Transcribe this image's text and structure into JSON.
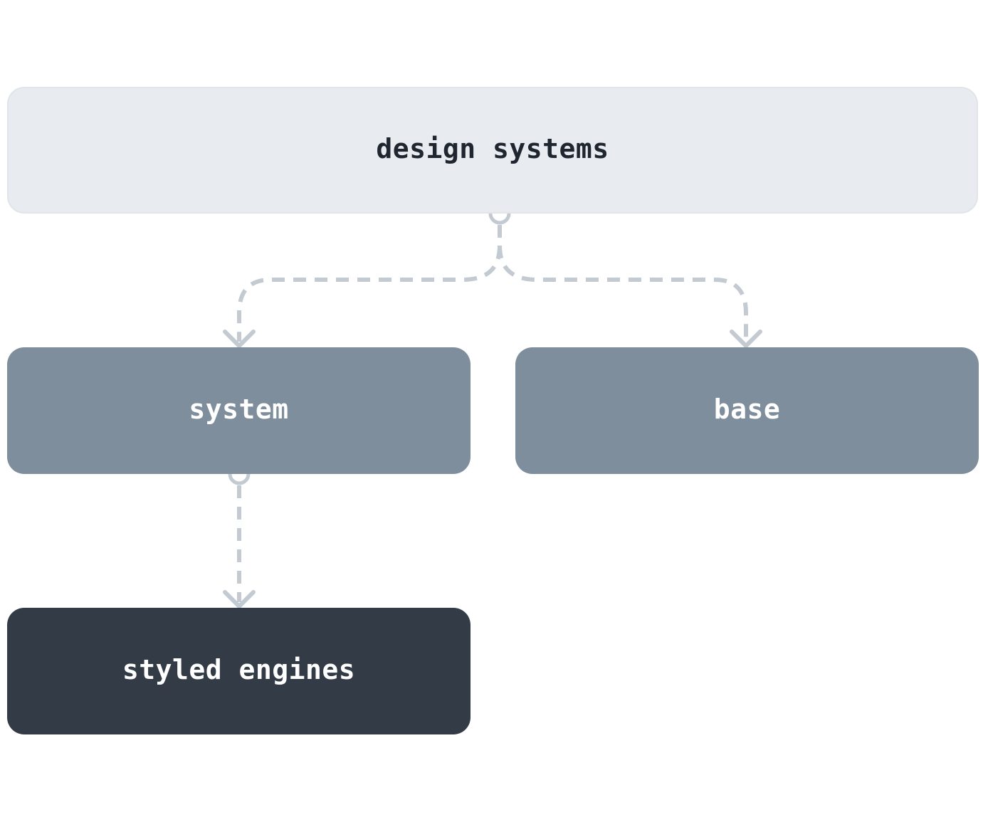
{
  "diagram": {
    "nodes": [
      {
        "id": "root",
        "label": "design systems",
        "level": 0,
        "color": "#e8ecf1",
        "text_color": "#1f2630"
      },
      {
        "id": "system",
        "label": "system",
        "level": 1,
        "color": "#7f8e9c",
        "text_color": "#ffffff"
      },
      {
        "id": "base",
        "label": "base",
        "level": 1,
        "color": "#7f8e9c",
        "text_color": "#ffffff"
      },
      {
        "id": "styled",
        "label": "styled engines",
        "level": 2,
        "color": "#323b46",
        "text_color": "#ffffff"
      }
    ],
    "edges": [
      {
        "from": "design systems",
        "to": "system",
        "style": "dashed"
      },
      {
        "from": "design systems",
        "to": "base",
        "style": "dashed"
      },
      {
        "from": "system",
        "to": "styled engines",
        "style": "dashed"
      }
    ],
    "edge_color": "#c3cad2"
  }
}
